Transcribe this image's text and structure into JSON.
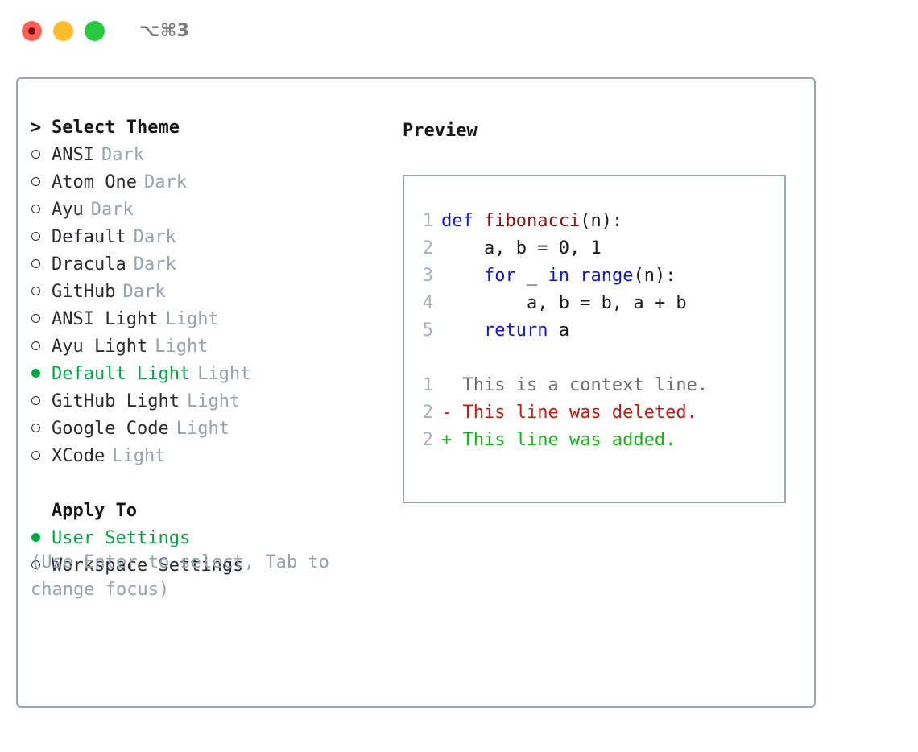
{
  "window": {
    "title": "⌥⌘3",
    "controls": [
      "close",
      "minimize",
      "zoom"
    ]
  },
  "left_panel": {
    "header": {
      "caret": ">",
      "label": "Select Theme"
    },
    "themes": [
      {
        "label": "ANSI",
        "tag": "Dark",
        "selected": false
      },
      {
        "label": "Atom One",
        "tag": "Dark",
        "selected": false
      },
      {
        "label": "Ayu",
        "tag": "Dark",
        "selected": false
      },
      {
        "label": "Default",
        "tag": "Dark",
        "selected": false
      },
      {
        "label": "Dracula",
        "tag": "Dark",
        "selected": false
      },
      {
        "label": "GitHub",
        "tag": "Dark",
        "selected": false
      },
      {
        "label": "ANSI Light",
        "tag": "Light",
        "selected": false
      },
      {
        "label": "Ayu Light",
        "tag": "Light",
        "selected": false
      },
      {
        "label": "Default Light",
        "tag": "Light",
        "selected": true
      },
      {
        "label": "GitHub Light",
        "tag": "Light",
        "selected": false
      },
      {
        "label": "Google Code",
        "tag": "Light",
        "selected": false
      },
      {
        "label": "XCode",
        "tag": "Light",
        "selected": false
      }
    ],
    "apply_to": {
      "header": "Apply To",
      "options": [
        {
          "label": "User Settings",
          "selected": true
        },
        {
          "label": "Workspace Settings",
          "selected": false
        }
      ]
    },
    "hint": "(Use Enter to select, Tab to change focus)"
  },
  "right_panel": {
    "title": "Preview",
    "code_lines": [
      {
        "no": "1",
        "tokens": [
          {
            "t": "def ",
            "c": "kw"
          },
          {
            "t": "fibonacci",
            "c": "fn"
          },
          {
            "t": "(n):",
            "c": "pl"
          }
        ]
      },
      {
        "no": "2",
        "tokens": [
          {
            "t": "    a, b = 0, 1",
            "c": "pl"
          }
        ]
      },
      {
        "no": "3",
        "tokens": [
          {
            "t": "    ",
            "c": "pl"
          },
          {
            "t": "for",
            "c": "kw"
          },
          {
            "t": " _ ",
            "c": "pl"
          },
          {
            "t": "in",
            "c": "kw"
          },
          {
            "t": " ",
            "c": "pl"
          },
          {
            "t": "range",
            "c": "kw"
          },
          {
            "t": "(n):",
            "c": "pl"
          }
        ]
      },
      {
        "no": "4",
        "tokens": [
          {
            "t": "        a, b = b, a + b",
            "c": "pl"
          }
        ]
      },
      {
        "no": "5",
        "tokens": [
          {
            "t": "    ",
            "c": "pl"
          },
          {
            "t": "return",
            "c": "kw"
          },
          {
            "t": " a",
            "c": "pl"
          }
        ]
      }
    ],
    "diff_lines": [
      {
        "no": "1",
        "sign": " ",
        "text": "This is a context line.",
        "kind": "context"
      },
      {
        "no": "2",
        "sign": "-",
        "text": "This line was deleted.",
        "kind": "deleted"
      },
      {
        "no": "2",
        "sign": "+",
        "text": "This line was added.",
        "kind": "added"
      }
    ]
  },
  "colors": {
    "accent_green": "#00a844",
    "keyword_blue": "#1414e0",
    "function_red": "#8b0f13",
    "diff_deleted": "#c21a12",
    "diff_added": "#10b710",
    "muted_tag": "#97a1b0",
    "border": "#9aa5b4",
    "line_number": "#a8b0bd"
  }
}
